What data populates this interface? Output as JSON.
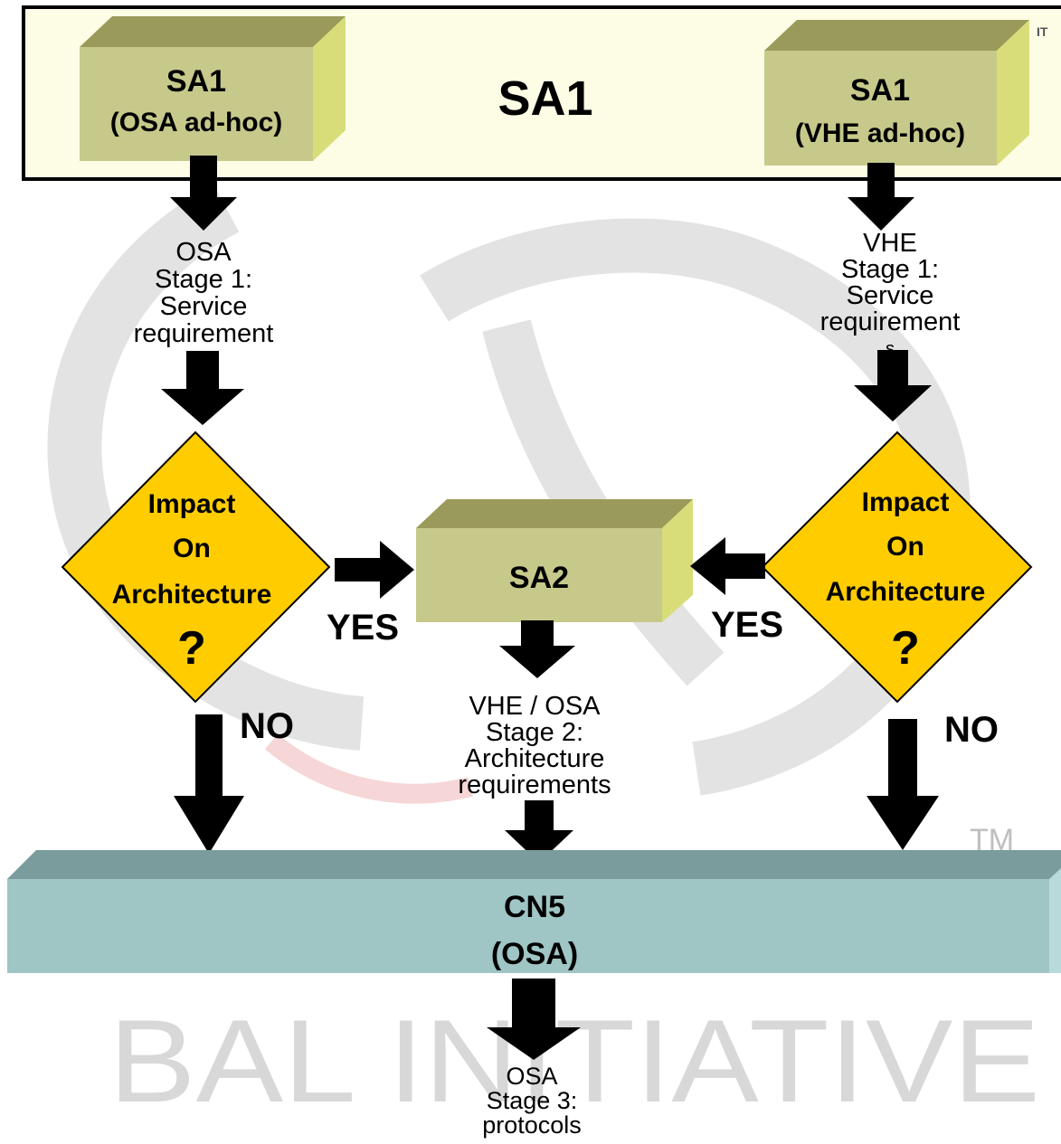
{
  "header": {
    "title": "SA1",
    "corner_text": "IT"
  },
  "boxes": {
    "sa1_osa": {
      "line1": "SA1",
      "line2": "(OSA ad-hoc)"
    },
    "sa1_vhe": {
      "line1": "SA1",
      "line2": "(VHE ad-hoc)"
    },
    "sa2": {
      "label": "SA2"
    },
    "cn5": {
      "line1": "CN5",
      "line2": "(OSA)"
    }
  },
  "steps": {
    "osa_stage1": [
      "OSA",
      "Stage 1:",
      "Service",
      "requirement"
    ],
    "vhe_stage1": [
      "VHE",
      "Stage 1:",
      "Service",
      "requirement",
      "s"
    ],
    "stage2": [
      "VHE / OSA",
      "Stage 2:",
      "Architecture",
      "requirements"
    ],
    "stage3": [
      "OSA",
      "Stage 3:",
      "protocols"
    ]
  },
  "decisions": {
    "left": {
      "line1": "Impact",
      "line2": "On",
      "line3": "Architecture",
      "q": "?"
    },
    "right": {
      "line1": "Impact",
      "line2": "On",
      "line3": "Architecture",
      "q": "?"
    }
  },
  "labels": {
    "yes_left": "YES",
    "yes_right": "YES",
    "no_left": "NO",
    "no_right": "NO"
  },
  "watermark": {
    "text": "BAL INITIATIVE",
    "tm": "TM"
  },
  "colors": {
    "olive_front": "#c6c98a",
    "olive_top": "#9a9a5a",
    "olive_side": "#d8dd7a",
    "header_bg": "#fdfde6",
    "diamond": "#ffcc00",
    "cn5_front": "#9fc5c5",
    "cn5_top": "#7a9c9c",
    "watermark": "#d6d6d6",
    "watermark_red": "#f6c9c9"
  }
}
